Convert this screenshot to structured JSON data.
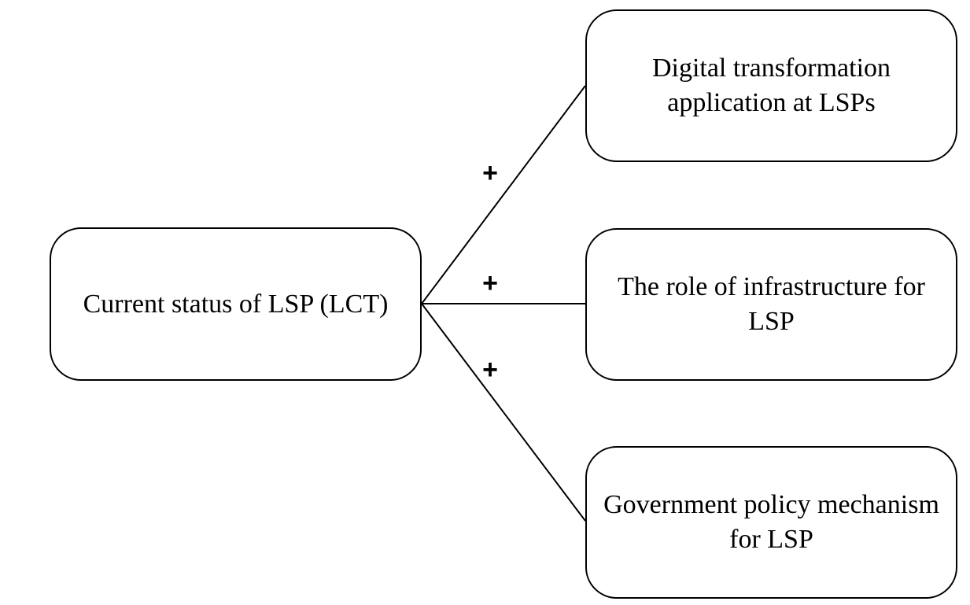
{
  "diagram": {
    "source": {
      "label": "Current status of LSP (LCT)"
    },
    "targets": [
      {
        "label": "Digital transformation application at LSPs",
        "sign": "+"
      },
      {
        "label": "The role of infrastructure for LSP",
        "sign": "+"
      },
      {
        "label": "Government policy mechanism for LSP",
        "sign": "+"
      }
    ],
    "colors": {
      "stroke": "#000000",
      "fill": "#ffffff"
    }
  }
}
